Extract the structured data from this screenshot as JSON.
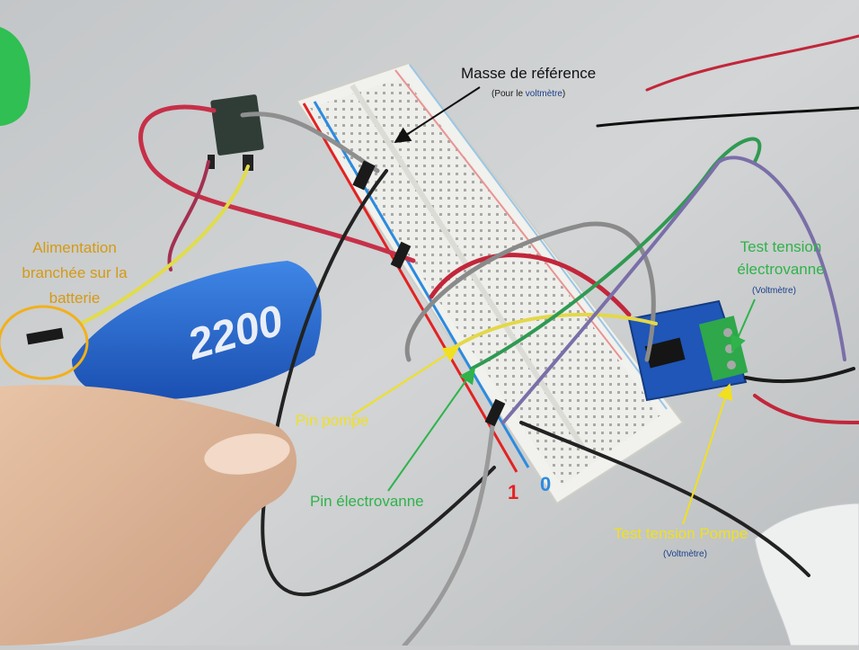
{
  "annotations": {
    "masse_title": "Masse de référence",
    "masse_sub_prefix": "(Pour le ",
    "masse_sub_word": "voltmètre",
    "masse_sub_suffix": ")",
    "alim_line1": "Alimentation",
    "alim_line2": "branchée sur la",
    "alim_line3": "batterie",
    "test_ev_line1": "Test tension",
    "test_ev_line2": "électrovanne",
    "test_ev_sub": "(Voltmètre)",
    "pin_pompe": "Pin pompe",
    "pin_ev": "Pin électrovanne",
    "test_pompe": "Test tension Pompe",
    "test_pompe_sub": "(Voltmètre)",
    "rail_plus_num": "1",
    "rail_minus_num": "0"
  },
  "battery": {
    "capacity": "2200"
  },
  "colors": {
    "orange": "#d49a14",
    "yellow": "#f0e020",
    "green": "#2fb34a",
    "navy": "#1c3f8a",
    "red": "#e32222",
    "blue": "#2b8be0"
  }
}
